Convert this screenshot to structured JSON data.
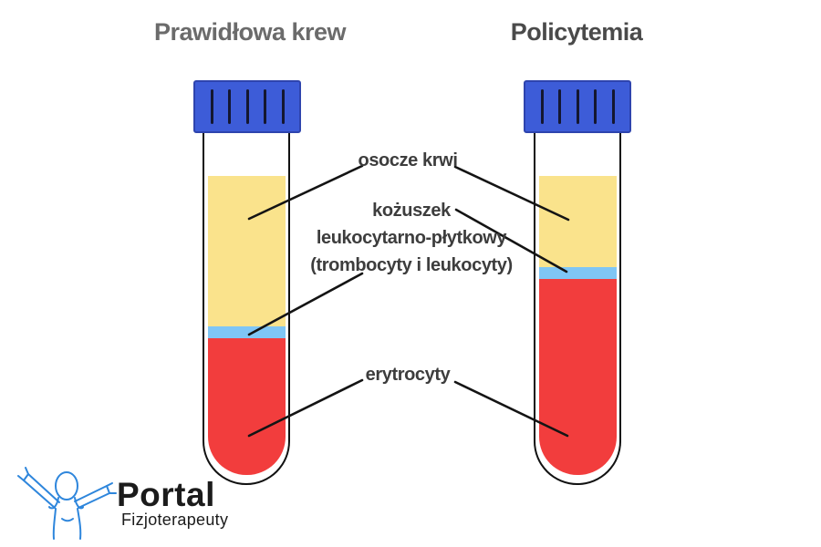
{
  "titles": {
    "left": "Prawidłowa krew",
    "right": "Policytemia"
  },
  "labels": {
    "plasma": "osocze krwi",
    "buffy_line1": "kożuszek",
    "buffy_line2": "leukocytarno-płytkowy",
    "buffy_line3": "(trombocyty i leukocyty)",
    "erythrocytes": "erytrocyty"
  },
  "tubes": [
    {
      "id": "normal-blood",
      "title": "Prawidłowa krew",
      "layers": [
        {
          "name": "osocze krwi",
          "approx_percent": 52
        },
        {
          "name": "kożuszek leukocytarno-płytkowy",
          "approx_percent": 4
        },
        {
          "name": "erytrocyty",
          "approx_percent": 44
        }
      ]
    },
    {
      "id": "policytemia",
      "title": "Policytemia",
      "layers": [
        {
          "name": "osocze krwi",
          "approx_percent": 30
        },
        {
          "name": "kożuszek leukocytarno-płytkowy",
          "approx_percent": 4
        },
        {
          "name": "erytrocyty",
          "approx_percent": 66
        }
      ]
    }
  ],
  "logo": {
    "title": "Portal",
    "subtitle": "Fizjoterapeuty"
  },
  "colors": {
    "cap": "#3d5cd8",
    "cap_border": "#2e44ae",
    "ridge": "#141730",
    "plasma": "#fae38c",
    "buffy": "#7fc6f5",
    "rbc": "#f23d3d",
    "outline": "#111111",
    "pointer": "#141414",
    "label_text": "#3d3d3d",
    "title_normal": "#6b6b6b",
    "title_bold": "#4a4a4a",
    "logo_blue": "#2e86dc",
    "logo_text": "#1b1b1b"
  }
}
